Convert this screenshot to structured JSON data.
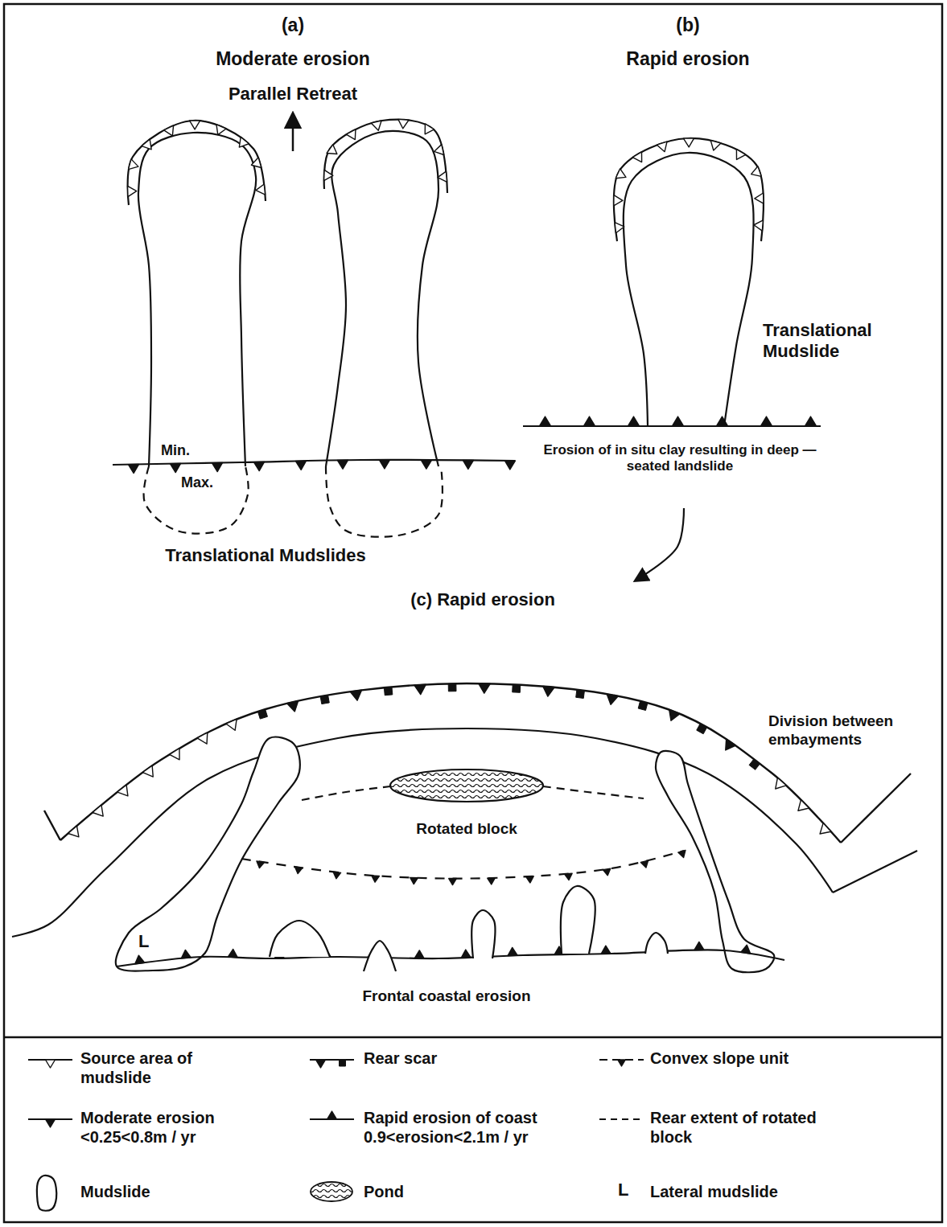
{
  "diagram": {
    "labels": [
      "(a)",
      "Moderate erosion",
      "Parallel Retreat",
      "(b)",
      "Rapid erosion",
      "Min.",
      "Max.",
      "Translational Mudslides",
      "Translational Mudslide",
      "Erosion of in situ clay resulting in deep — seated landslide",
      "(c) Rapid erosion",
      "Division between embayments",
      "Rotated block",
      "L",
      "Frontal coastal erosion",
      "L"
    ],
    "legend": [
      {
        "text": "Source area of mudslide"
      },
      {
        "text": "Moderate erosion <0.25<0.8m / yr"
      },
      {
        "text": "Mudslide"
      },
      {
        "text": "Rear scar"
      },
      {
        "text": "Rapid erosion of coast 0.9<erosion<2.1m / yr"
      },
      {
        "text": "Pond"
      },
      {
        "text": "Convex slope unit"
      },
      {
        "text": "Rear extent of rotated block"
      },
      {
        "text": "Lateral mudslide"
      }
    ]
  }
}
